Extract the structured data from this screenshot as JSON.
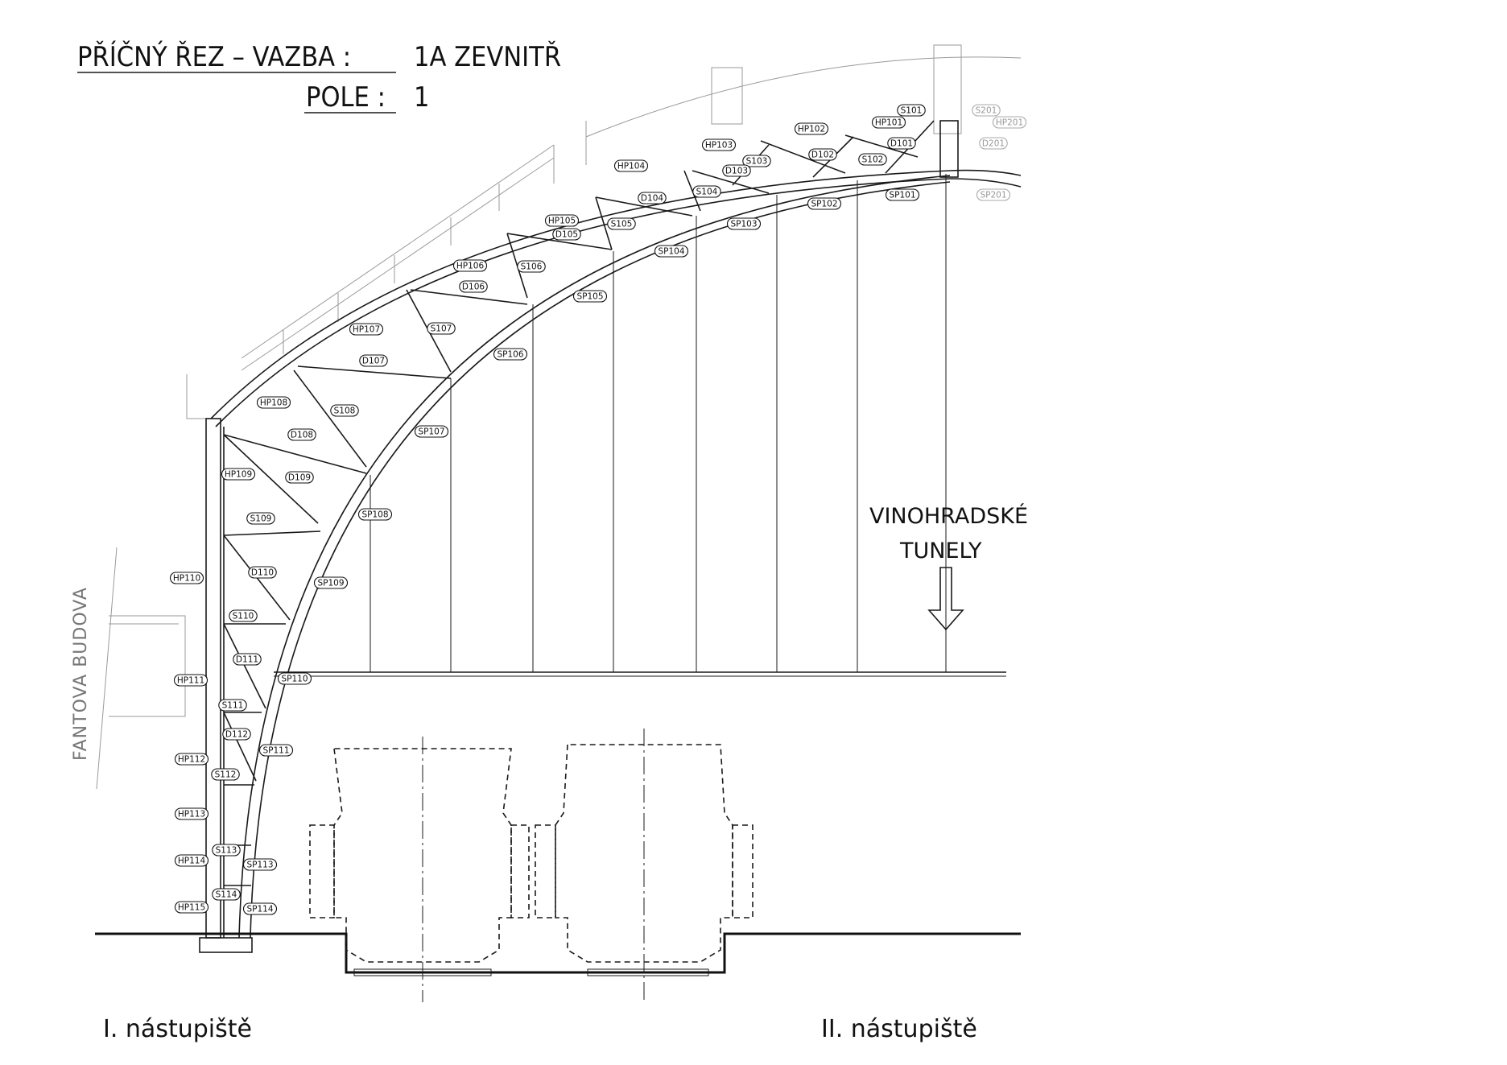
{
  "title": {
    "line1_left": "PŘÍČNÝ ŘEZ – VAZBA :",
    "line1_right": "1A  ZEVNITŘ",
    "line2_left": "POLE :",
    "line2_right": "1"
  },
  "side_label": "FANTOVA BUDOVA",
  "tunnel_label": {
    "line1": "VINOHRADSKÉ",
    "line2": "TUNELY"
  },
  "platform_left": "I. nástupiště",
  "platform_right": "II. nástupiště",
  "member_tags": [
    {
      "label": "S101"
    },
    {
      "label": "HP101"
    },
    {
      "label": "D101"
    },
    {
      "label": "S102"
    },
    {
      "label": "HP102"
    },
    {
      "label": "D102"
    },
    {
      "label": "S103"
    },
    {
      "label": "HP103"
    },
    {
      "label": "D103"
    },
    {
      "label": "S104"
    },
    {
      "label": "HP104"
    },
    {
      "label": "D104"
    },
    {
      "label": "S105"
    },
    {
      "label": "HP105"
    },
    {
      "label": "D105"
    },
    {
      "label": "S106"
    },
    {
      "label": "HP106"
    },
    {
      "label": "D106"
    },
    {
      "label": "S107"
    },
    {
      "label": "HP107"
    },
    {
      "label": "D107"
    },
    {
      "label": "S108"
    },
    {
      "label": "HP108"
    },
    {
      "label": "D108"
    },
    {
      "label": "S109"
    },
    {
      "label": "HP109"
    },
    {
      "label": "D109"
    },
    {
      "label": "S110"
    },
    {
      "label": "HP110"
    },
    {
      "label": "D110"
    },
    {
      "label": "S111"
    },
    {
      "label": "HP111"
    },
    {
      "label": "D111"
    },
    {
      "label": "S112"
    },
    {
      "label": "HP112"
    },
    {
      "label": "D112"
    },
    {
      "label": "S113"
    },
    {
      "label": "HP113"
    },
    {
      "label": "S114"
    },
    {
      "label": "HP114"
    },
    {
      "label": "HP115"
    },
    {
      "label": "SP101"
    },
    {
      "label": "SP102"
    },
    {
      "label": "SP103"
    },
    {
      "label": "SP104"
    },
    {
      "label": "SP105"
    },
    {
      "label": "SP106"
    },
    {
      "label": "SP107"
    },
    {
      "label": "SP108"
    },
    {
      "label": "SP109"
    },
    {
      "label": "SP110"
    },
    {
      "label": "SP111"
    },
    {
      "label": "SP113"
    },
    {
      "label": "SP114"
    },
    {
      "label": "S201"
    },
    {
      "label": "HP201"
    },
    {
      "label": "D201"
    },
    {
      "label": "SP201"
    }
  ]
}
